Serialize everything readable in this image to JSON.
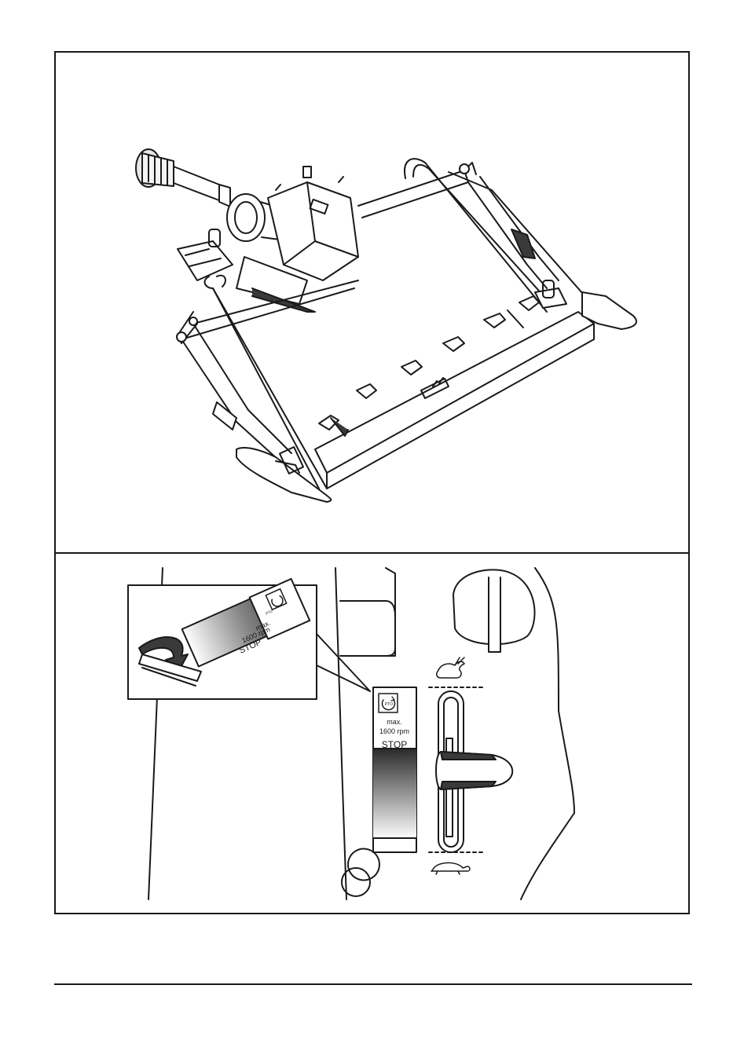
{
  "labels": {
    "pto": "PTO",
    "max": "max.",
    "rpm": "1600 rpm",
    "stop": "STOP"
  },
  "icons": {
    "fast": "rabbit-icon",
    "slow": "turtle-icon",
    "rotation": "rotation-arrow-icon"
  },
  "colors": {
    "line": "#1a1a1a",
    "fill_dark": "#3a3a3a",
    "fill_light": "#e6e6e6"
  }
}
